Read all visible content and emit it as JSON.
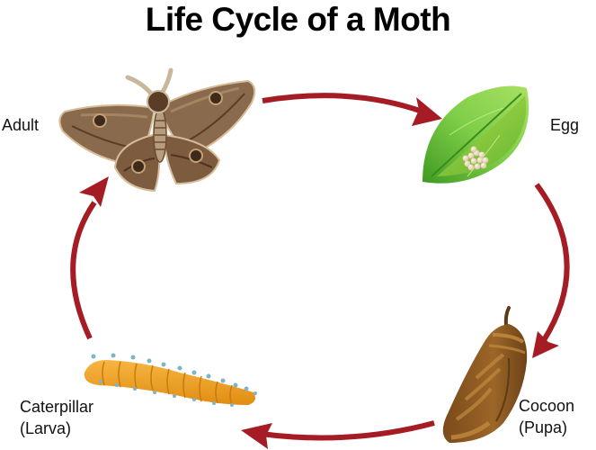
{
  "diagram": {
    "title": "Life Cycle of a Moth",
    "stages": [
      {
        "id": "adult",
        "label": "Adult",
        "illustration": "moth-icon"
      },
      {
        "id": "egg",
        "label": "Egg",
        "illustration": "leaf-with-eggs-icon"
      },
      {
        "id": "pupa",
        "label": "Cocoon",
        "sublabel": "(Pupa)",
        "illustration": "cocoon-icon"
      },
      {
        "id": "larva",
        "label": "Caterpillar",
        "sublabel": "(Larva)",
        "illustration": "caterpillar-icon"
      }
    ],
    "arrows": [
      {
        "from": "adult",
        "to": "egg"
      },
      {
        "from": "egg",
        "to": "pupa"
      },
      {
        "from": "pupa",
        "to": "larva"
      },
      {
        "from": "larva",
        "to": "adult"
      }
    ],
    "colors": {
      "arrow": "#a51c24",
      "moth_wing": "#8a6a4c",
      "moth_dark": "#5a3d26",
      "leaf": "#6cc13a",
      "leaf_dark": "#3f9a22",
      "egg": "#efdcc4",
      "cocoon": "#8b5a22",
      "cocoon_light": "#c08a3e",
      "caterpillar": "#f0a52a",
      "caterpillar_spike": "#7fb3c8"
    }
  }
}
